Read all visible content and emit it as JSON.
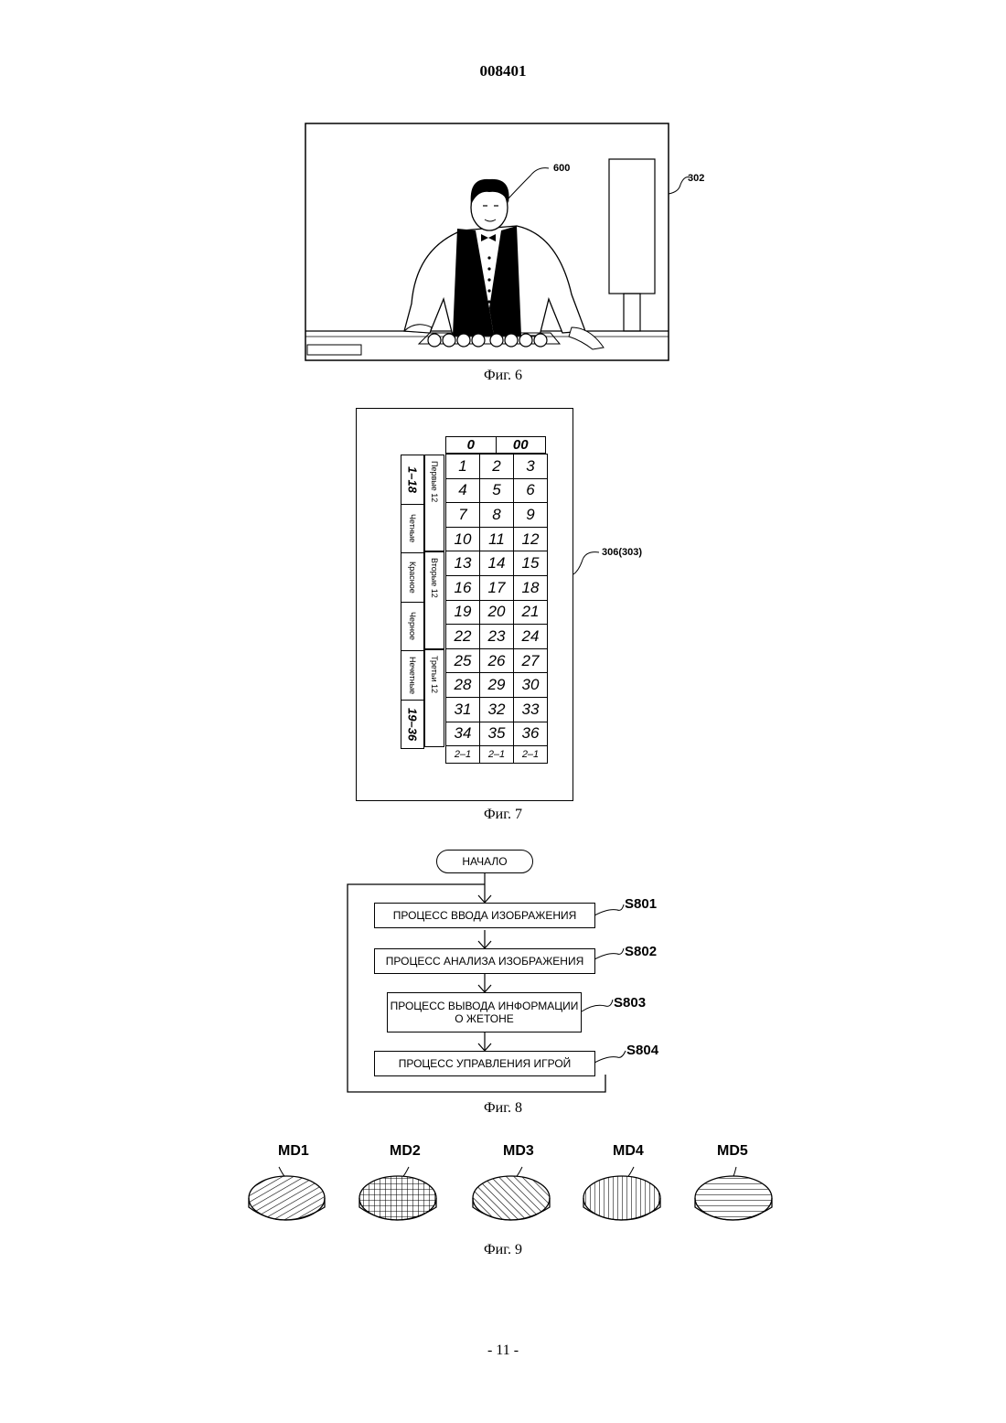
{
  "header": {
    "page_code": "008401"
  },
  "fig6": {
    "caption": "Фиг. 6",
    "ref_dealer": "600",
    "ref_screen": "302"
  },
  "fig7": {
    "caption": "Фиг. 7",
    "ref_board": "306(303)",
    "zeros": [
      "0",
      "00"
    ],
    "numbers": [
      [
        "1",
        "2",
        "3"
      ],
      [
        "4",
        "5",
        "6"
      ],
      [
        "7",
        "8",
        "9"
      ],
      [
        "10",
        "11",
        "12"
      ],
      [
        "13",
        "14",
        "15"
      ],
      [
        "16",
        "17",
        "18"
      ],
      [
        "19",
        "20",
        "21"
      ],
      [
        "22",
        "23",
        "24"
      ],
      [
        "25",
        "26",
        "27"
      ],
      [
        "28",
        "29",
        "30"
      ],
      [
        "31",
        "32",
        "33"
      ],
      [
        "34",
        "35",
        "36"
      ]
    ],
    "column_bets": [
      "2–1",
      "2–1",
      "2–1"
    ],
    "dozens": [
      "Первые 12",
      "Вторые 12",
      "Третьи 12"
    ],
    "outside_bets": [
      "1–18",
      "Четные",
      "Красное",
      "Черное",
      "Нечетные",
      "19–36"
    ]
  },
  "fig8": {
    "caption": "Фиг. 8",
    "start": "НАЧАЛО",
    "steps": [
      {
        "label": "ПРОЦЕСС ВВОДА  ИЗОБРАЖЕНИЯ",
        "id": "S801"
      },
      {
        "label": "ПРОЦЕСС  АНАЛИЗА  ИЗОБРАЖЕНИЯ",
        "id": "S802"
      },
      {
        "label_line1": "ПРОЦЕСС ВЫВОДА  ИНФОРМАЦИИ",
        "label_line2": "О ЖЕТОНЕ",
        "id": "S803"
      },
      {
        "label": "ПРОЦЕСС УПРАВЛЕНИЯ  ИГРОЙ",
        "id": "S804"
      }
    ]
  },
  "fig9": {
    "caption": "Фиг. 9",
    "chips": [
      "MD1",
      "MD2",
      "MD3",
      "MD4",
      "MD5"
    ]
  },
  "footer": {
    "page_number": "- 11 -"
  }
}
